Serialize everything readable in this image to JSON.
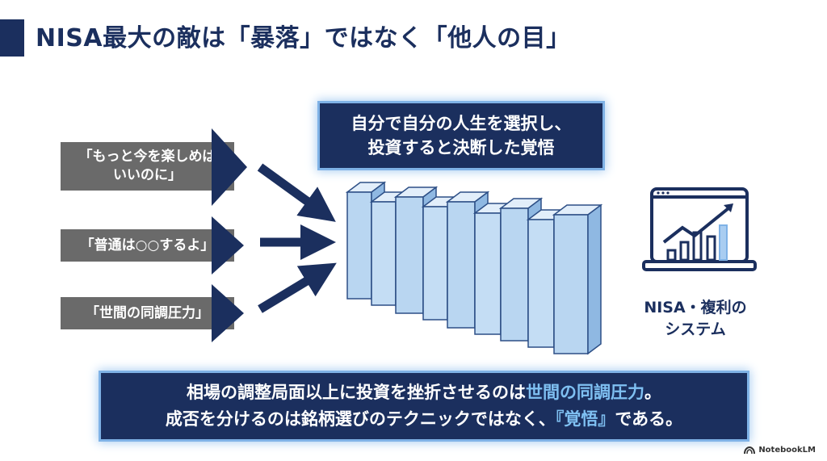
{
  "title": "NISA最大の敵は「暴落」ではなく「他人の目」",
  "pressures": [
    {
      "line1": "「もっと今を楽しめば",
      "line2": "いいのに」"
    },
    {
      "line1": "「普通は○○するよ」",
      "line2": ""
    },
    {
      "line1": "「世間の同調圧力」",
      "line2": ""
    }
  ],
  "resolve": {
    "line1": "自分で自分の人生を選択し、",
    "line2": "投資すると決断した覚悟"
  },
  "system": {
    "line1": "NISA・複利の",
    "line2": "システム"
  },
  "conclusion": {
    "line1_prefix": "相場の調整局面以上に投資を挫折させるのは",
    "line1_highlight": "世間の同調圧力",
    "line1_suffix": "。",
    "line2_prefix": "成否を分けるのは銘柄選びのテクニックではなく、",
    "line2_highlight": "『覚悟』",
    "line2_suffix": "である。"
  },
  "brand": "NotebookLM",
  "colors": {
    "navy": "#1b2f5e",
    "gray": "#6a6a6a",
    "wall_blue": "#b9d6f1",
    "highlight": "#7fc0f2"
  }
}
